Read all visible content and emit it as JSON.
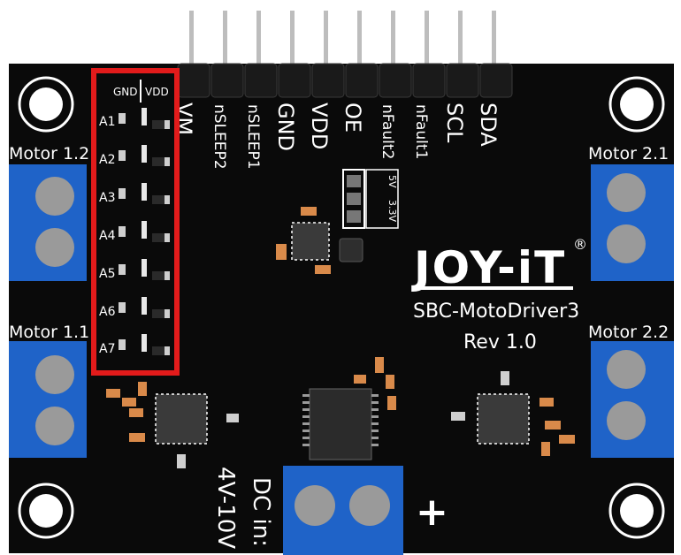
{
  "board": {
    "brand": "JOY-iT",
    "registered_mark": "®",
    "model": "SBC-MotoDriver3",
    "revision": "Rev 1.0",
    "pcb_color": "#0a0a0a",
    "silk_color": "#ffffff",
    "highlight_color": "#e21b1b",
    "terminal_color": "#1f63c8"
  },
  "header_pins": {
    "labels": [
      "VM",
      "nSLEEP2",
      "nSLEEP1",
      "GND",
      "VDD",
      "OE",
      "nFault2",
      "nFault1",
      "SCL",
      "SDA"
    ]
  },
  "address_block": {
    "gnd_label": "GND",
    "vdd_label": "VDD",
    "rows": [
      "A1",
      "A2",
      "A3",
      "A4",
      "A5",
      "A6",
      "A7"
    ]
  },
  "voltage_jumper": {
    "labels": [
      "5V",
      "3.3V"
    ]
  },
  "terminals": {
    "motor_1_2": "Motor 1.2",
    "motor_1_1": "Motor 1.1",
    "motor_2_1": "Motor 2.1",
    "motor_2_2": "Motor 2.2"
  },
  "power": {
    "label_line1": "DC in:",
    "label_line2": "4V-10V",
    "plus_sign": "+"
  }
}
